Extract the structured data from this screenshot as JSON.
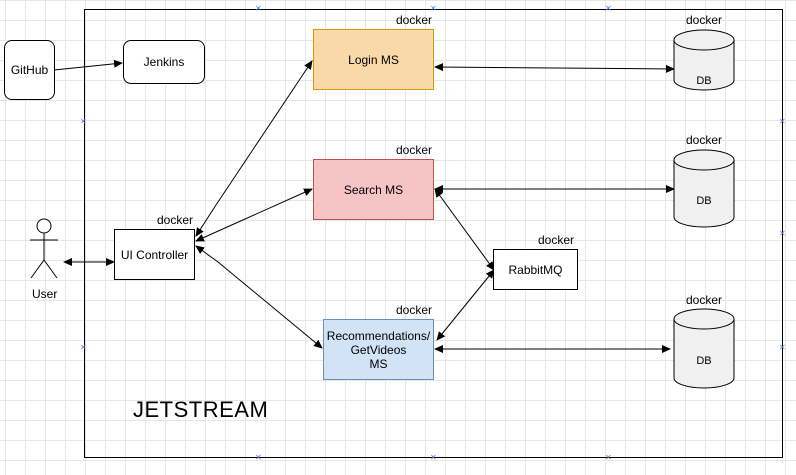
{
  "container": {
    "label": "JETSTREAM"
  },
  "nodes": {
    "github": "GitHub",
    "jenkins": "Jenkins",
    "login": "Login MS",
    "search": "Search MS",
    "recommendations": "Recommendations/\nGetVideos\nMS",
    "ui_controller": "UI Controller",
    "rabbitmq": "RabbitMQ",
    "user": "User",
    "db1": "DB",
    "db2": "DB",
    "db3": "DB"
  },
  "tags": {
    "docker_login": "docker",
    "docker_search": "docker",
    "docker_recommendations": "docker",
    "docker_ui": "docker",
    "docker_rabbitmq": "docker",
    "docker_db1": "docker",
    "docker_db2": "docker",
    "docker_db3": "docker"
  },
  "colors": {
    "login_fill": "#fad9a8",
    "login_stroke": "#d79b00",
    "search_fill": "#f6c4c5",
    "search_stroke": "#b85450",
    "recommendations_fill": "#d2e2f7",
    "recommendations_stroke": "#6c8ebf",
    "db_fill": "#f0f0f0"
  }
}
